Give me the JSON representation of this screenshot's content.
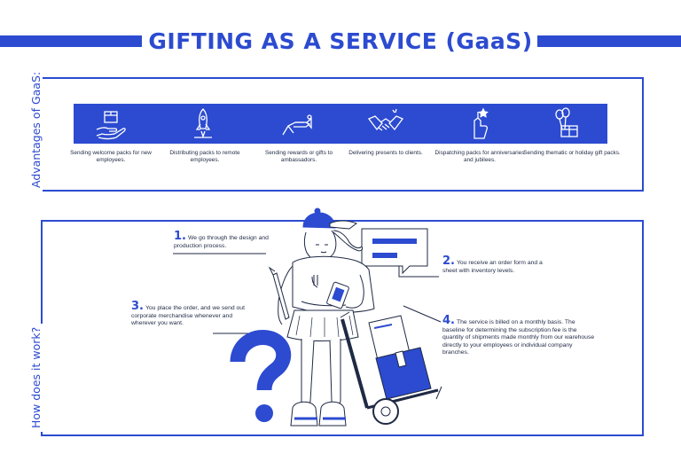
{
  "title": "GIFTING AS A SERVICE (GaaS)",
  "advantages": {
    "label": "Advantages of GaaS:",
    "items": [
      {
        "icon": "hand-box-icon",
        "text": "Sending welcome packs for new employees."
      },
      {
        "icon": "rocket-icon",
        "text": "Distributing packs to remote employees."
      },
      {
        "icon": "hand-gift-icon",
        "text": "Sending rewards or gifts to ambassadors."
      },
      {
        "icon": "handshake-icon",
        "text": "Delivering presents to clients."
      },
      {
        "icon": "hand-star-icon",
        "text": "Dispatching packs for anniversaries and jubilees."
      },
      {
        "icon": "balloon-box-icon",
        "text": "Sending thematic or holiday gift packs."
      }
    ]
  },
  "how": {
    "label": "How does it work?",
    "steps": [
      {
        "num": "1.",
        "text": "We go through the design and production process."
      },
      {
        "num": "2.",
        "text": "You receive an order form and a sheet with inventory levels."
      },
      {
        "num": "3.",
        "text": "You place the order, and we send out corporate merchandise whenever and wherever you want."
      },
      {
        "num": "4.",
        "text": "The service is billed on a monthly basis. The baseline for determining the subscription fee is the quantity of shipments made monthly from our warehouse directly to your employees or individual company branches."
      }
    ]
  },
  "colors": {
    "accent": "#2c4bd0",
    "text": "#1f2a44",
    "background": "#ffffff"
  }
}
